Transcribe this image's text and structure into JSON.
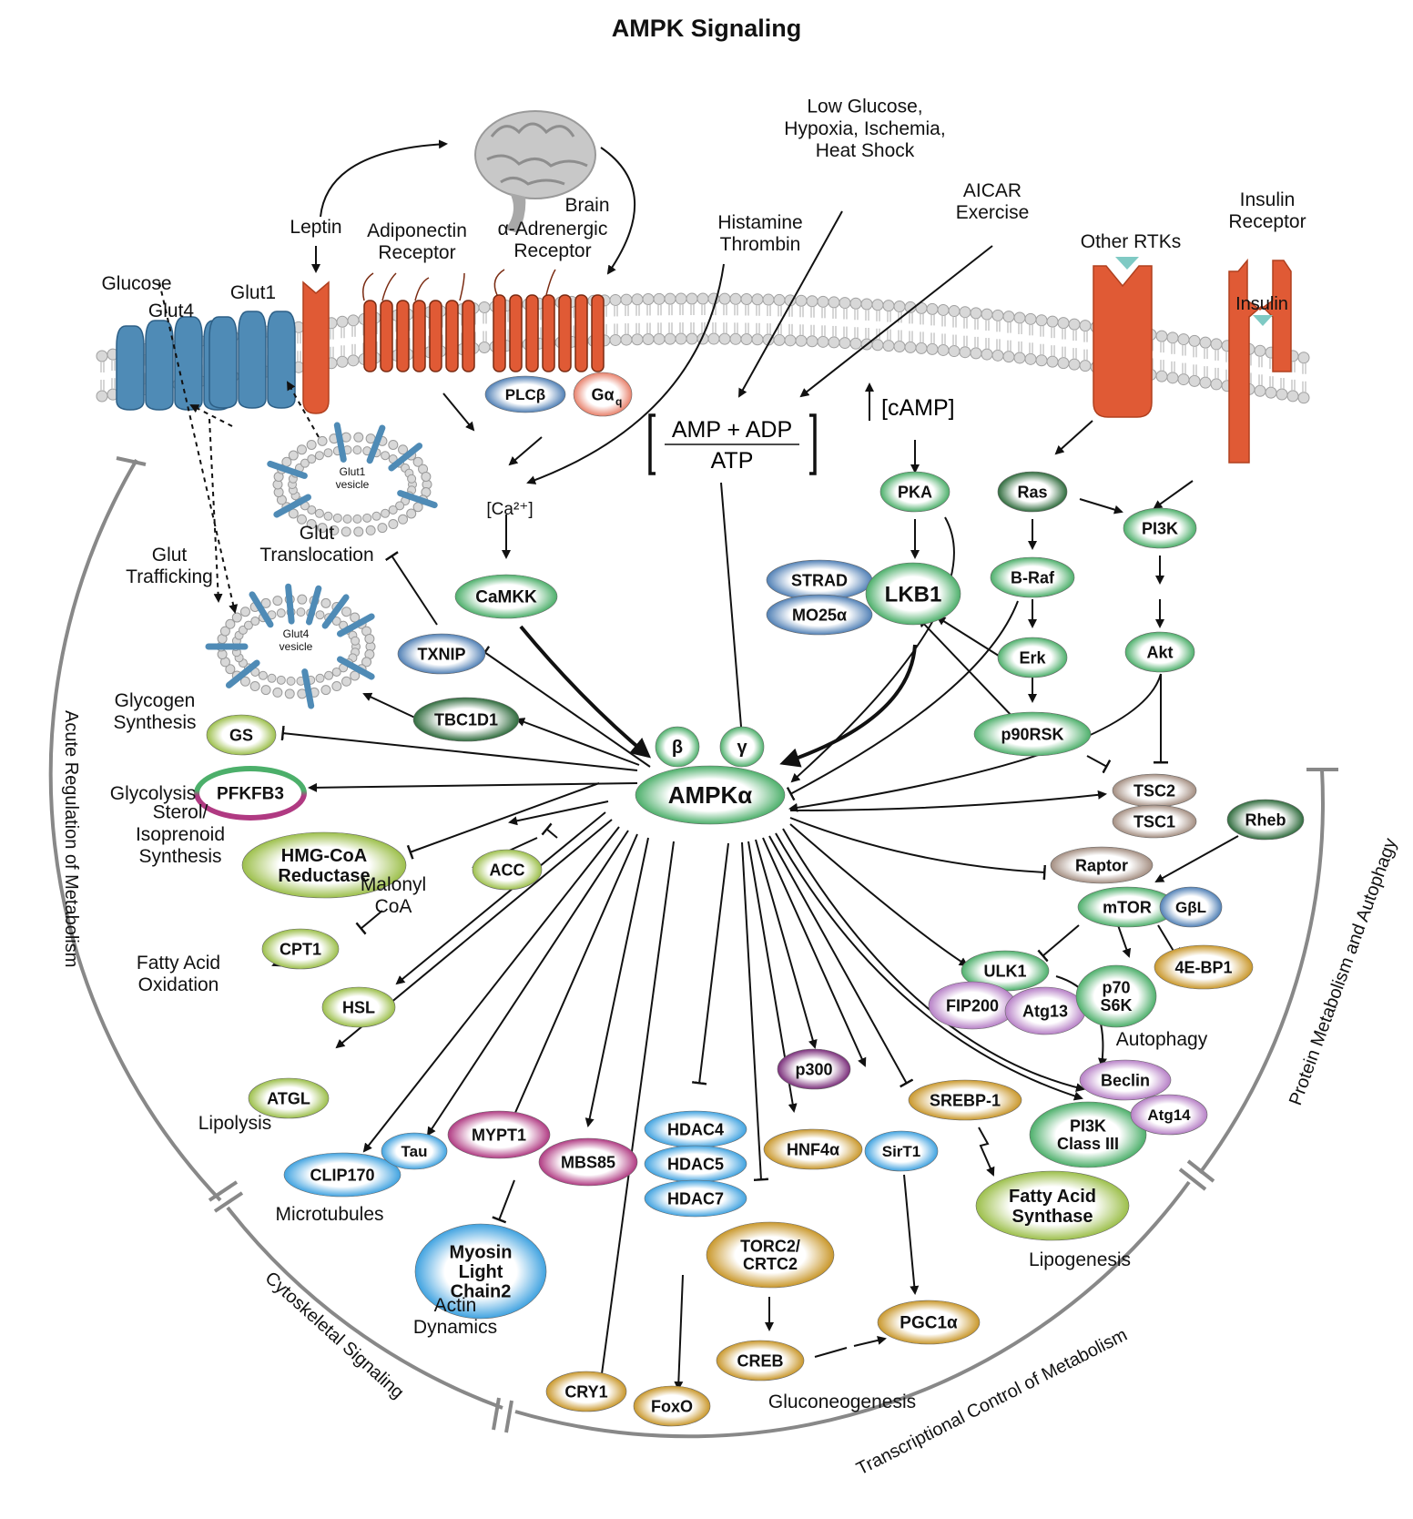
{
  "title": "AMPK Signaling",
  "colors": {
    "green": "#4caf6a",
    "green_dark": "#2e6b3c",
    "blue": "#4aa3dc",
    "steel": "#4f7fb5",
    "lime": "#9cbf4a",
    "gold": "#c9972a",
    "purple": "#7a2d7a",
    "magenta": "#b03a82",
    "lavender": "#b67fc6",
    "taupe": "#a38d80",
    "salmon": "#e8806a",
    "receptor": "#e05a35",
    "glut": "#4f8bb6",
    "membrane": "#bbbbbb"
  },
  "icons": [
    "brain-icon"
  ],
  "labels": {
    "brain": "Brain",
    "leptin": "Leptin",
    "adiponectin": [
      "Adiponectin",
      "Receptor"
    ],
    "alpha_adrenergic": [
      "α-Adrenergic",
      "Receptor"
    ],
    "histamine": [
      "Histamine",
      "Thrombin"
    ],
    "stress": [
      "Low Glucose,",
      "Hypoxia, Ischemia,",
      "Heat Shock"
    ],
    "aicar": [
      "AICAR",
      "Exercise"
    ],
    "other_rtks": "Other RTKs",
    "insulin_receptor": [
      "Insulin",
      "Receptor"
    ],
    "insulin": "Insulin",
    "glucose": "Glucose",
    "glut4": "Glut4",
    "glut1": "Glut1",
    "glut1_vesicle": [
      "Glut1",
      "vesicle"
    ],
    "glut4_vesicle": [
      "Glut4",
      "vesicle"
    ],
    "glut_translocation": [
      "Glut",
      "Translocation"
    ],
    "glut_trafficking": [
      "Glut",
      "Trafficking"
    ],
    "ca": "[Ca²⁺]",
    "camp": "[cAMP]",
    "amp_numerator": "AMP + ADP",
    "amp_denominator": "ATP",
    "glycogen": [
      "Glycogen",
      "Synthesis"
    ],
    "glycolysis": "Glycolysis",
    "sterol": [
      "Sterol/",
      "Isoprenoid",
      "Synthesis"
    ],
    "malonyl": [
      "Malonyl",
      "CoA"
    ],
    "fatty_acid_oxidation": [
      "Fatty Acid",
      "Oxidation"
    ],
    "lipolysis": "Lipolysis",
    "microtubules": "Microtubules",
    "actin": [
      "Actin",
      "Dynamics"
    ],
    "gluconeogenesis": "Gluconeogenesis",
    "lipogenesis": "Lipogenesis",
    "autophagy": "Autophagy"
  },
  "arc_labels": {
    "acute": "Acute Regulation of Metabolism",
    "cytoskeletal": "Cytoskeletal Signaling",
    "transcriptional": "Transcriptional Control of Metabolism",
    "protein": "Protein Metabolism and Autophagy"
  },
  "nodes": {
    "plcb": "PLCβ",
    "gaq": "Gα",
    "gaq_sub": "q",
    "camkk": "CaMKK",
    "txnip": "TXNIP",
    "tbc1d1": "TBC1D1",
    "gs": "GS",
    "pfkfb3": "PFKFB3",
    "hmgcoa": [
      "HMG-CoA",
      "Reductase"
    ],
    "acc": "ACC",
    "cpt1": "CPT1",
    "hsl": "HSL",
    "atgl": "ATGL",
    "clip170": "CLIP170",
    "tau": "Tau",
    "mypt1": "MYPT1",
    "mbs85": "MBS85",
    "mlc2": [
      "Myosin",
      "Light",
      "Chain2"
    ],
    "cry1": "CRY1",
    "foxo": "FoxO",
    "hdac4": "HDAC4",
    "hdac5": "HDAC5",
    "hdac7": "HDAC7",
    "torc2": [
      "TORC2/",
      "CRTC2"
    ],
    "creb": "CREB",
    "pgc1a": "PGC1α",
    "p300": "p300",
    "hnf4a": "HNF4α",
    "sirt1": "SirT1",
    "srebp1": "SREBP-1",
    "fas": [
      "Fatty Acid",
      "Synthase"
    ],
    "beclin": "Beclin",
    "pi3k3": [
      "PI3K",
      "Class III"
    ],
    "atg14": "Atg14",
    "ulk1": "ULK1",
    "fip200": "FIP200",
    "atg13": "Atg13",
    "p70s6k": [
      "p70",
      "S6K"
    ],
    "fourebp1": "4E-BP1",
    "mtor": "mTOR",
    "gbl": "GβL",
    "raptor": "Raptor",
    "tsc2": "TSC2",
    "tsc1": "TSC1",
    "rheb": "Rheb",
    "ampk_a": "AMPKα",
    "ampk_b": "β",
    "ampk_g": "γ",
    "strad": "STRAD",
    "mo25": "MO25α",
    "lkb1": "LKB1",
    "pka": "PKA",
    "ras": "Ras",
    "braf": "B-Raf",
    "erk": "Erk",
    "p90rsk": "p90RSK",
    "pi3k": "PI3K",
    "akt": "Akt"
  }
}
